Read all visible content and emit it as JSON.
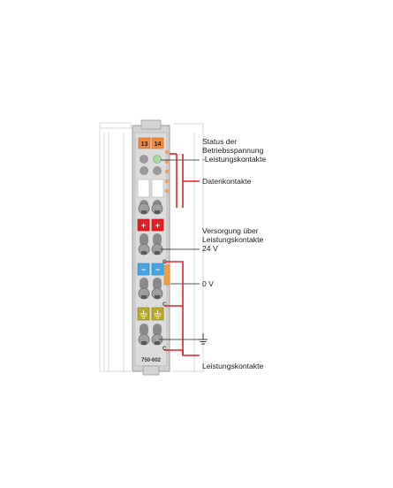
{
  "module": {
    "terminal_numbers": [
      "13",
      "14"
    ],
    "model_number": "750-602",
    "plus_symbol": "+",
    "minus_symbol": "−",
    "slot_marks": [
      "C",
      "C",
      "C"
    ]
  },
  "labels": {
    "status_line1": "Status der",
    "status_line2": "Betriebsspannung",
    "status_line3": "-Leistungskontakte",
    "datenkontakte": "Datenkontakte",
    "versorgung_line1": "Versorgung über",
    "versorgung_line2": "Leistungskontakte",
    "versorgung_line3": "24 V",
    "zero_v": "0 V",
    "leistungskontakte": "Leistungskontakte"
  },
  "icons": {
    "ground": "ground-icon",
    "led": "status-led-icon"
  },
  "colors": {
    "housing": "#d3d3d3",
    "orange": "#f08a3c",
    "red": "#e31e24",
    "blue": "#4aa3df",
    "yellow": "#b8a82e",
    "contact_line": "#e0202a",
    "led_green": "#a8d9a0"
  }
}
